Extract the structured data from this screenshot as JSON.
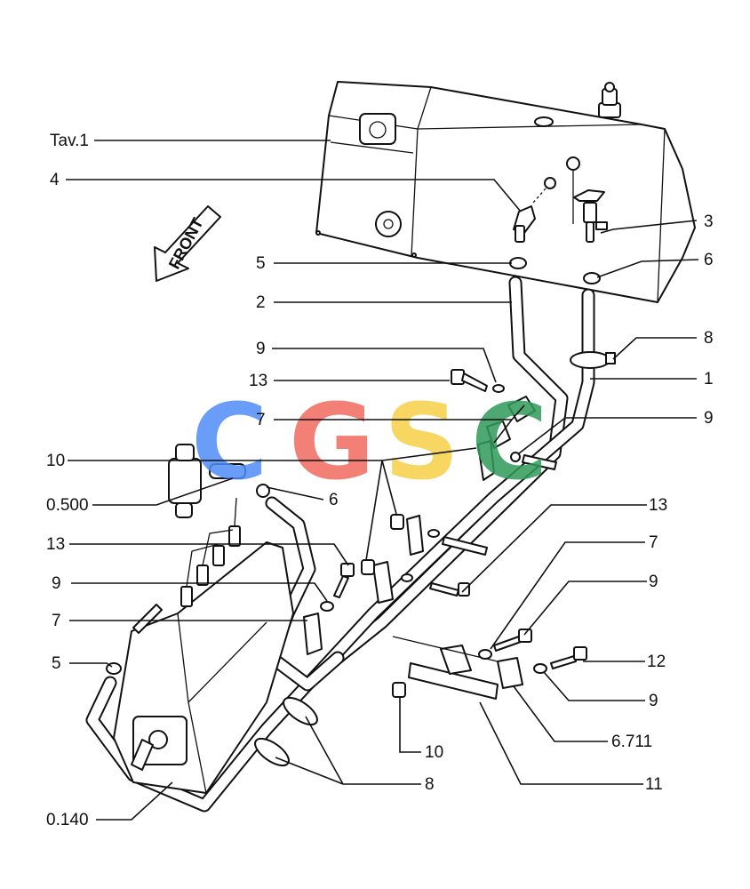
{
  "drawing": {
    "front_arrow_text": "FRONT",
    "watermark_letters": [
      "C",
      "G",
      "S",
      "C"
    ],
    "watermark_colors": [
      "#4f8cf7",
      "#f26b60",
      "#f7cf47",
      "#2f9a5a"
    ]
  },
  "labels": {
    "tav1": "Tav.1",
    "l4": "4",
    "l3": "3",
    "l5_top": "5",
    "l6_top": "6",
    "l2": "2",
    "l8_top": "8",
    "l9_a": "9",
    "l1": "1",
    "l13_a": "13",
    "l7_a": "7",
    "l9_b": "9",
    "l10_a": "10",
    "l0500": "0.500",
    "l6_mid": "6",
    "l13_b": "13",
    "l13_c": "13",
    "l7_b": "7",
    "l9_c": "9",
    "l9_d": "9",
    "l7_c": "7",
    "l12": "12",
    "l5_low": "5",
    "l9_e": "9",
    "l6711": "6.711",
    "l10_b": "10",
    "l8_low": "8",
    "l11": "11",
    "l0140": "0.140"
  }
}
